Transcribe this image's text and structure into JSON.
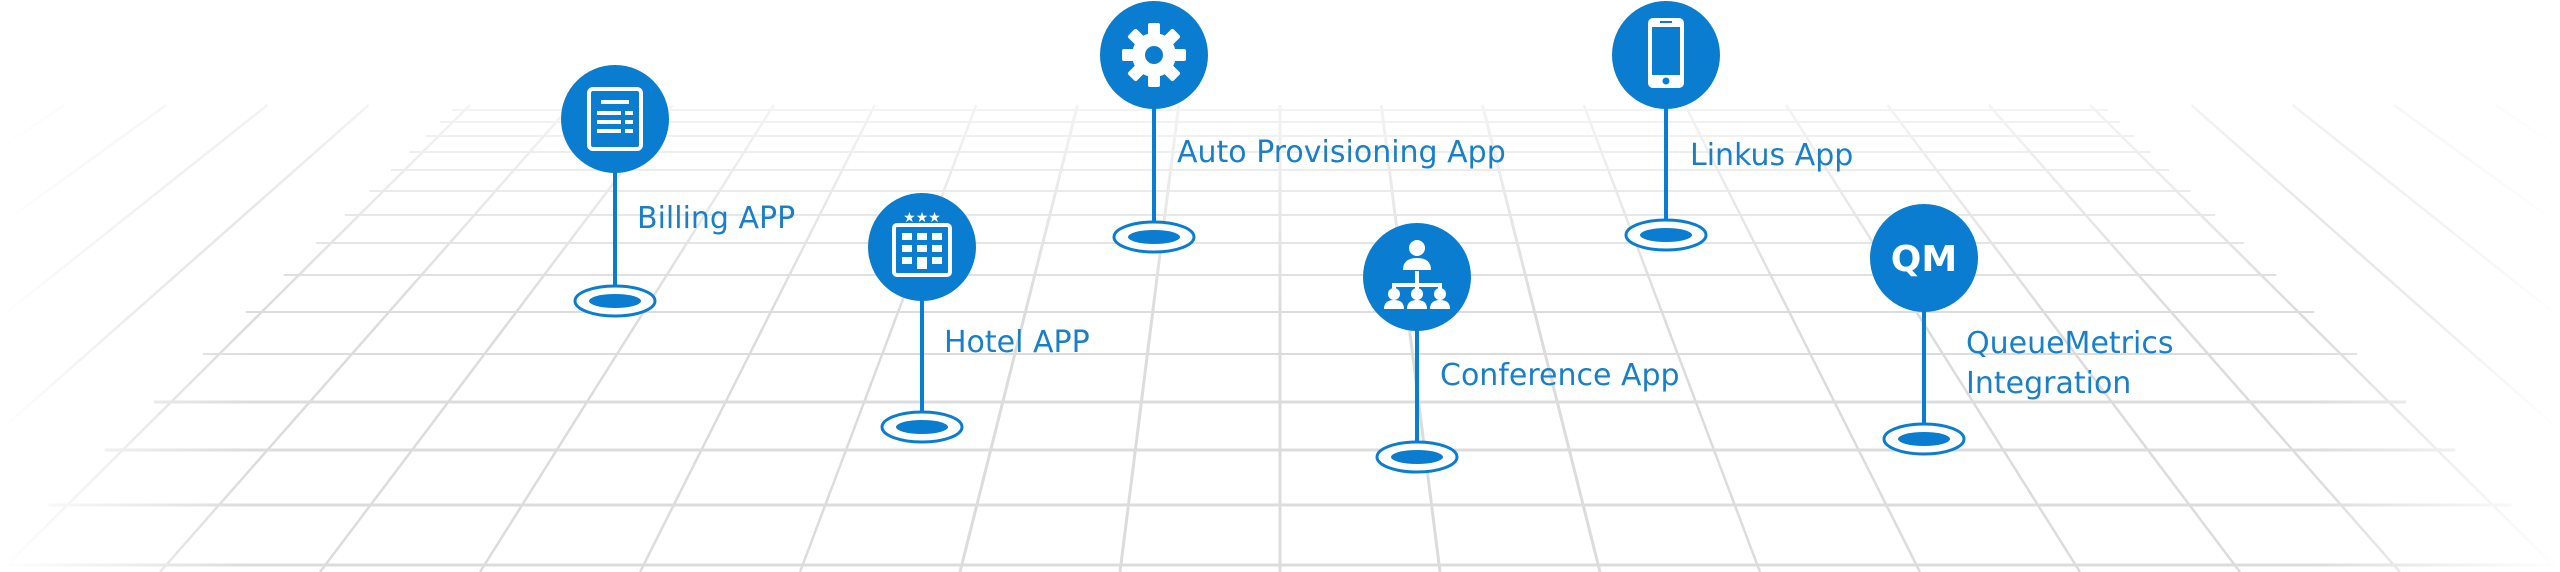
{
  "colors": {
    "accent": "#0a7dd0",
    "label": "#1a7fc9",
    "grid": "#dcdcdc"
  },
  "pins": [
    {
      "id": "billing",
      "label": "Billing APP",
      "icon": "document-icon"
    },
    {
      "id": "hotel",
      "label": "Hotel APP",
      "icon": "hotel-building-icon"
    },
    {
      "id": "auto-provisioning",
      "label": "Auto Provisioning App",
      "icon": "gear-icon"
    },
    {
      "id": "conference",
      "label": "Conference App",
      "icon": "conference-people-icon"
    },
    {
      "id": "linkus",
      "label": "Linkus App",
      "icon": "mobile-phone-icon"
    },
    {
      "id": "queuemetrics",
      "label_lines": [
        "QueueMetrics",
        "Integration"
      ],
      "icon": "queuemetrics-logo-icon",
      "logo_text": "QM"
    }
  ]
}
